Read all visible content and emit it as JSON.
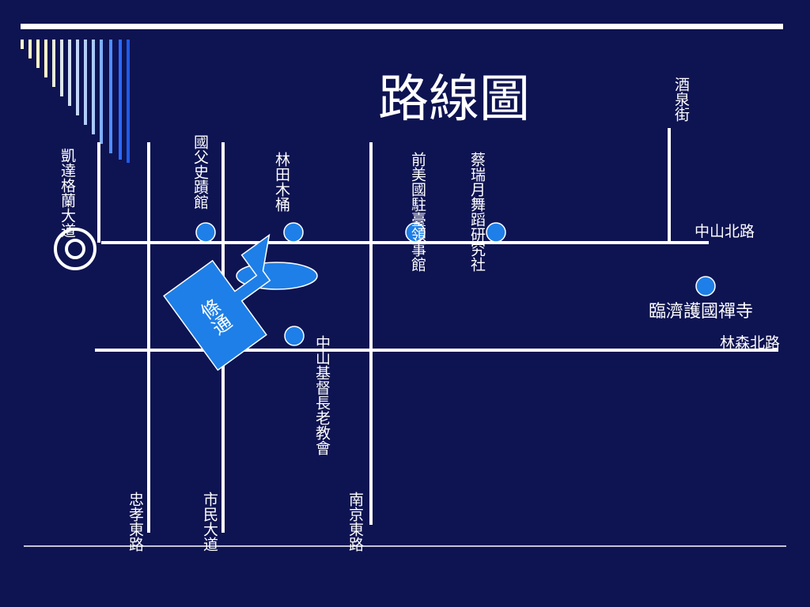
{
  "title": "路線圖",
  "colors": {
    "background": "#0e1352",
    "road": "#ffffff",
    "marker": "#1e7fe8",
    "deco_light": "#fff4c8",
    "deco_mid": "#a9c8ff",
    "deco_dark": "#2b6bff"
  },
  "roads": {
    "zhongshan_n": "中山北路",
    "linsen_n": "林森北路",
    "zhongxiao_e": "忠孝東路",
    "shimin": "市民大道",
    "nanjing_e": "南京東路",
    "jiuquan": "酒泉街",
    "ketagalan": "凱達格蘭大道"
  },
  "landmarks": {
    "sun_yat_sen": "國父史蹟館",
    "lintian": "林田木桶",
    "us_embassy": "前美國駐臺領事館",
    "tsai_jui_yueh": "蔡瑞月舞蹈研究社",
    "linji": "臨濟護國禪寺",
    "church": "中山基督長老教會",
    "station": "條通"
  },
  "icons": {
    "start": "target-circle-icon",
    "marker": "location-dot-icon"
  }
}
